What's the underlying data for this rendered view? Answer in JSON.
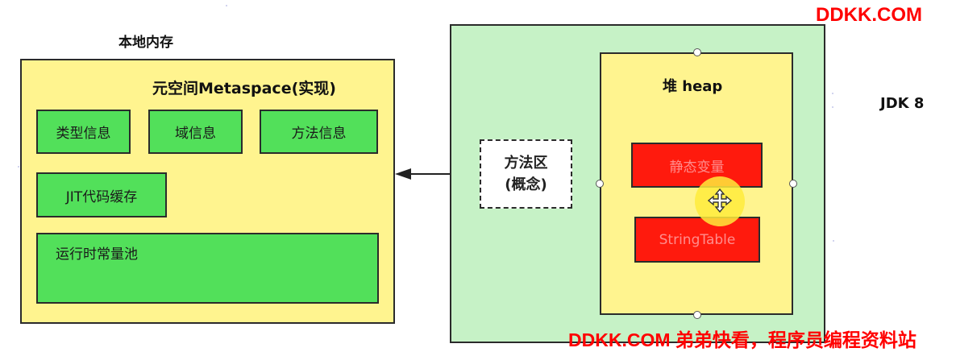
{
  "native_memory": {
    "label": "本地内存",
    "metaspace_title": "元空间Metaspace(实现)",
    "items": [
      "类型信息",
      "域信息",
      "方法信息",
      "JIT代码缓存",
      "运行时常量池"
    ]
  },
  "method_area": {
    "line1": "方法区",
    "line2": "(概念)"
  },
  "jdk": {
    "label": "JDK 8",
    "heap_title": "堆 heap",
    "heap_items": [
      "静态变量",
      "StringTable"
    ]
  },
  "watermark": {
    "top": "DDKK.COM",
    "bottom": "DDKK.COM 弟弟快看，程序员编程资料站"
  },
  "colors": {
    "native_fill": "#fff48f",
    "item_green": "#52e05a",
    "jdk_fill": "#c6f2c6",
    "heap_item_red": "#ff1a0d",
    "watermark_red": "#ff0000"
  }
}
